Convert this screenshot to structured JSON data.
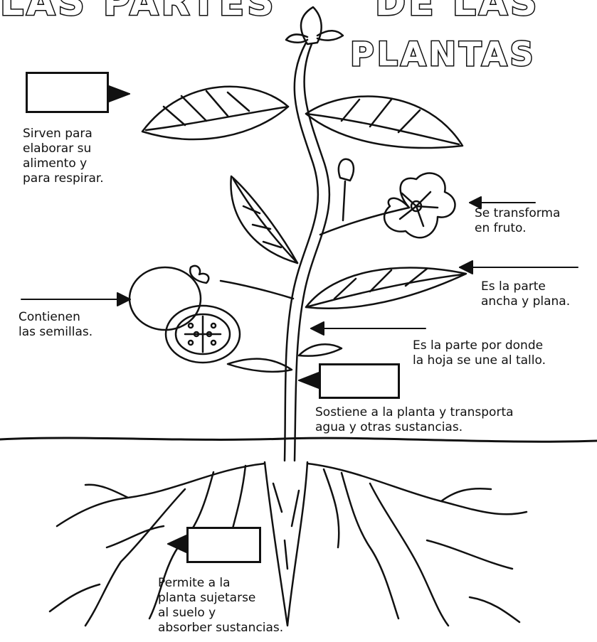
{
  "title": {
    "line1_left": "LAS PARTES",
    "line1_right": "DE LAS",
    "line2": "PLANTAS"
  },
  "labels": {
    "hojas": "Sirven para\nelaborar su\nalimento y\npara respirar.",
    "flor": "Se transforma\nen fruto.",
    "fruto": "Contienen\nlas semillas.",
    "limbo": "Es la parte\nancha y plana.",
    "peciolo": "Es la parte por donde\nla hoja se une al tallo.",
    "tallo": "Sostiene a la planta y transporta\nagua y otras sustancias.",
    "raiz": "Permite a la\nplanta sujetarse\nal suelo y\nabsorber sustancias."
  },
  "answers": {
    "hojas": "",
    "tallo": "",
    "raiz": ""
  }
}
